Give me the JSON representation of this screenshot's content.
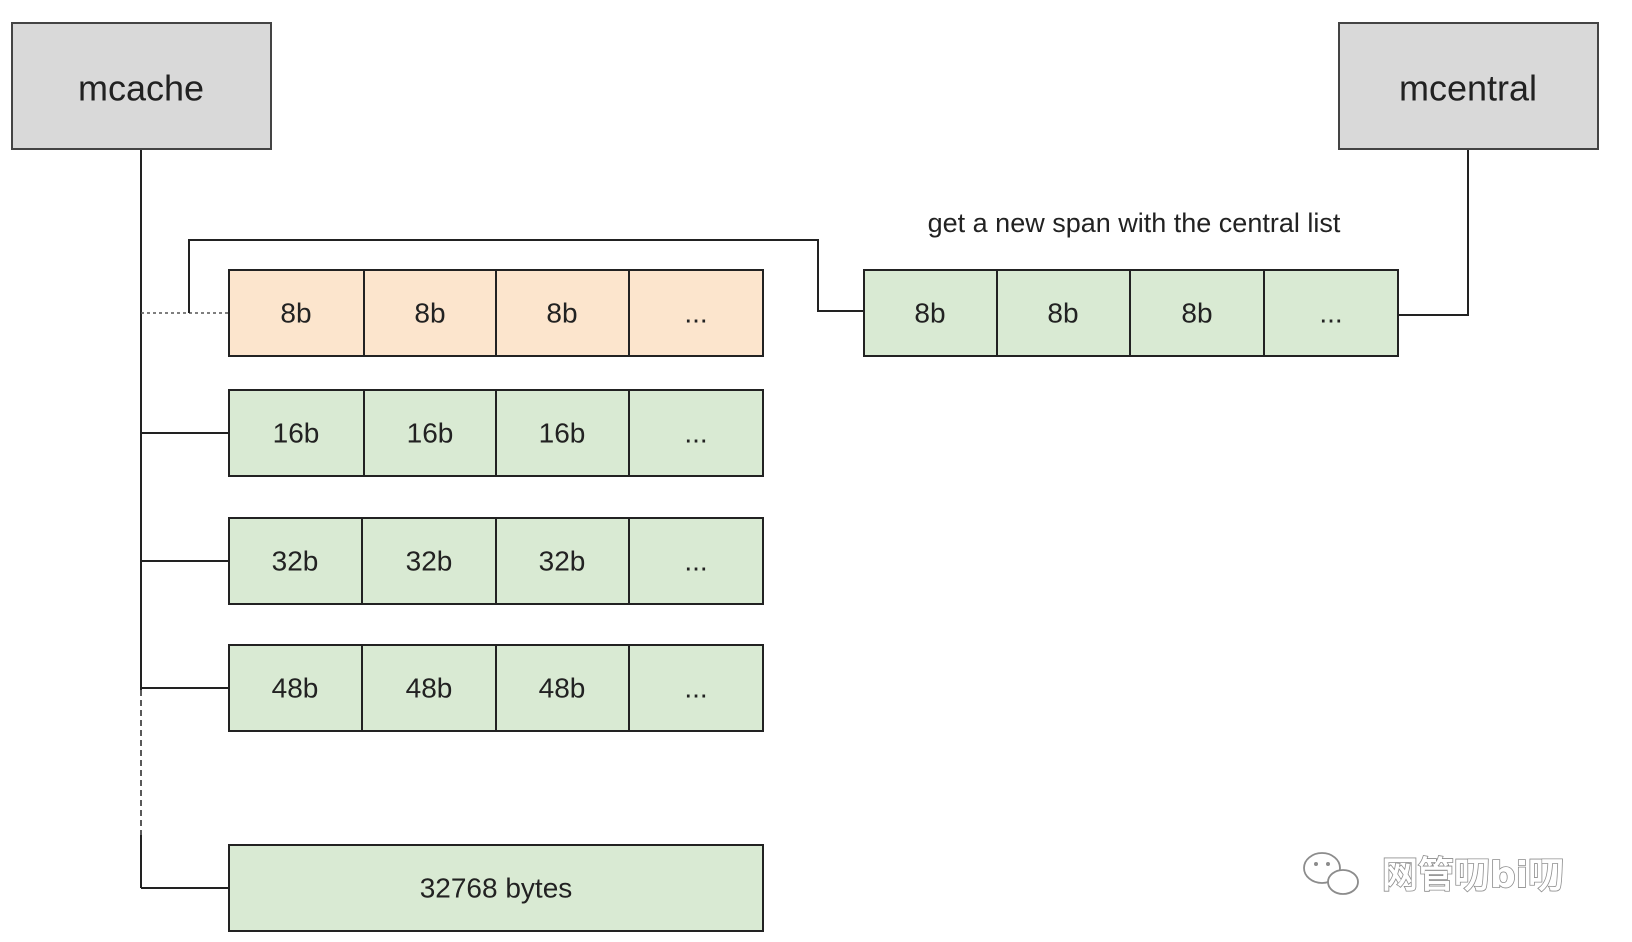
{
  "nodes": {
    "mcache": "mcache",
    "mcentral": "mcentral"
  },
  "annotation": "get a new span with the central list",
  "spans": [
    {
      "cells": [
        "8b",
        "8b",
        "8b",
        "..."
      ]
    },
    {
      "cells": [
        "16b",
        "16b",
        "16b",
        "..."
      ]
    },
    {
      "cells": [
        "32b",
        "32b",
        "32b",
        "..."
      ]
    },
    {
      "cells": [
        "48b",
        "48b",
        "48b",
        "..."
      ]
    },
    {
      "cells": [
        "32768 bytes"
      ]
    }
  ],
  "central_span": {
    "cells": [
      "8b",
      "8b",
      "8b",
      "..."
    ]
  },
  "watermark": "网管叨bi叨",
  "colors": {
    "node_fill": "#d9d9d9",
    "highlight_span": "#fce5cd",
    "span_fill": "#d9ead3"
  }
}
